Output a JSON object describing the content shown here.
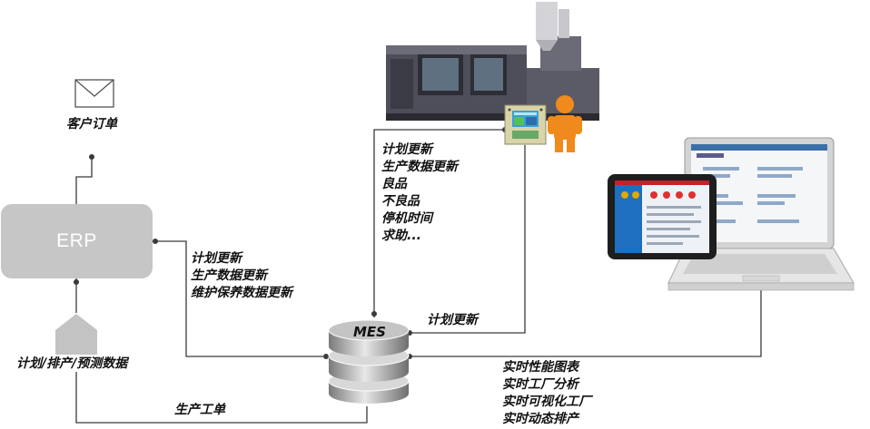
{
  "order": {
    "label": "客户订单"
  },
  "erp": {
    "label": "ERP"
  },
  "planning": {
    "label": "计划/排产/预测数据"
  },
  "erp_to_mes": {
    "lines": [
      "计划更新",
      "生产数据更新",
      "维护保养数据更新"
    ]
  },
  "production_order": {
    "label": "生产工单"
  },
  "mes": {
    "label": "MES"
  },
  "machine_to_mes": {
    "lines": [
      "计划更新",
      "生产数据更新",
      "良品",
      "不良品",
      "停机时间",
      "求助..."
    ]
  },
  "mes_to_machine": {
    "label": "计划更新"
  },
  "mes_to_laptop": {
    "lines": [
      "实时性能图表",
      "实时工厂分析",
      "实时可视化工厂",
      "实时动态排产"
    ]
  }
}
